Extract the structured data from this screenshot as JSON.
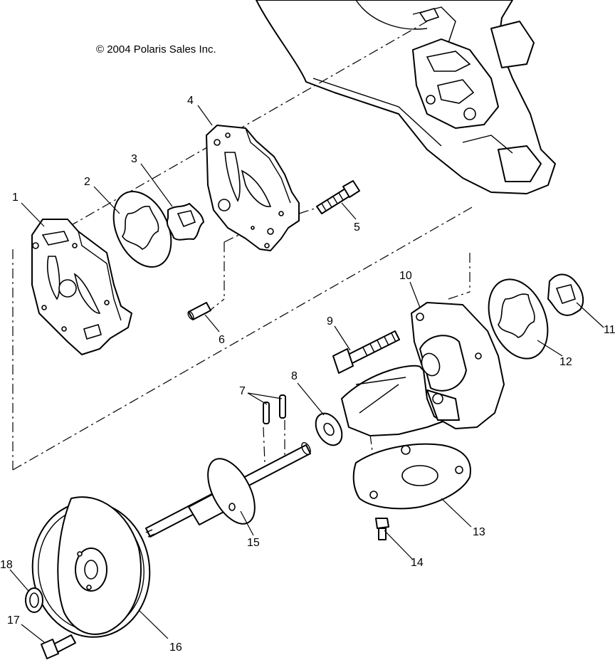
{
  "diagram": {
    "copyright": "© 2004 Polaris Sales Inc.",
    "callouts": [
      "1",
      "2",
      "3",
      "4",
      "5",
      "6",
      "7",
      "8",
      "9",
      "10",
      "11",
      "12",
      "13",
      "14",
      "15",
      "16",
      "17",
      "18"
    ]
  },
  "colors": {
    "line": "#000000",
    "background": "#ffffff"
  }
}
